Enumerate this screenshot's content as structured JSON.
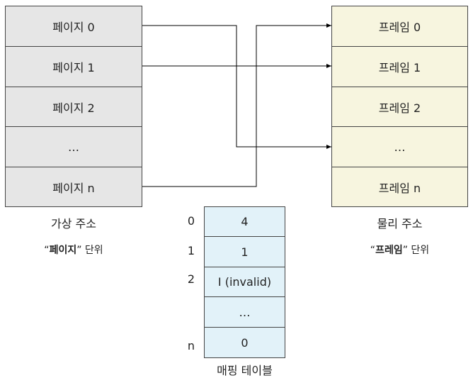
{
  "virtual_memory": {
    "pages": [
      "페이지 0",
      "페이지 1",
      "페이지 2",
      "…",
      "페이지 n"
    ],
    "caption": "가상 주소",
    "unit_quote_open": "“",
    "unit_bold": "페이지",
    "unit_quote_close": "”",
    "unit_suffix": " 단위"
  },
  "physical_memory": {
    "frames": [
      "프레임 0",
      "프레임 1",
      "프레임 2",
      "…",
      "프레임 n"
    ],
    "caption": "물리 주소",
    "unit_quote_open": "“",
    "unit_bold": "프레임",
    "unit_quote_close": "”",
    "unit_suffix": " 단위"
  },
  "mapping_table": {
    "caption": "매핑 테이블",
    "indices": [
      "0",
      "1",
      "2",
      "",
      "n"
    ],
    "entries": [
      "4",
      "1",
      "I (invalid)",
      "…",
      "0"
    ]
  },
  "colors": {
    "virtual_fill": "#e6e6e6",
    "physical_fill": "#f7f5df",
    "table_fill": "#e2f2f9",
    "border": "#444444",
    "arrow": "#000000"
  }
}
